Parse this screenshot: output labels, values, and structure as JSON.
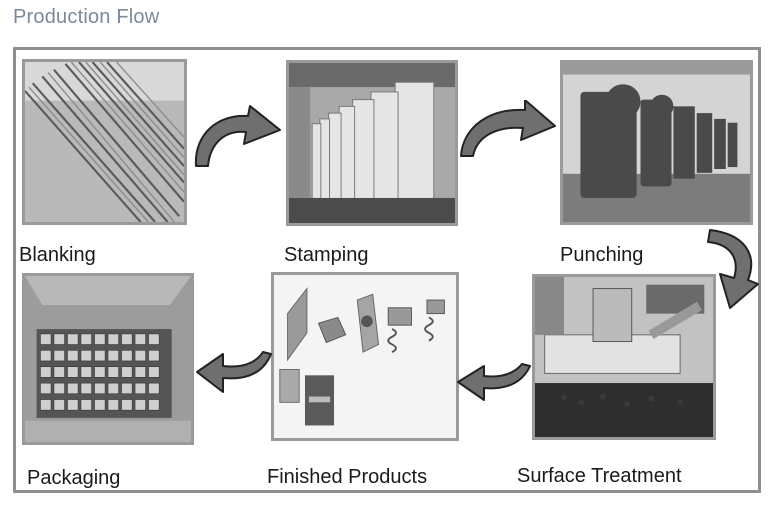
{
  "page": {
    "title": "Production Flow"
  },
  "steps": {
    "blanking": {
      "label": "Blanking",
      "image": "steel-strips-photo"
    },
    "stamping": {
      "label": "Stamping",
      "image": "stamping-press-line-photo"
    },
    "punching": {
      "label": "Punching",
      "image": "punch-press-row-photo"
    },
    "surface_treatment": {
      "label": "Surface Treatment",
      "image": "plating-machine-photo"
    },
    "finished_products": {
      "label": "Finished Products",
      "image": "channel-nut-parts-photo"
    },
    "packaging": {
      "label": "Packaging",
      "image": "boxed-nuts-photo"
    }
  },
  "colors": {
    "title": "#7a8a9a",
    "frame": "#8f8f8f",
    "arrow": "#6f6f6f"
  }
}
